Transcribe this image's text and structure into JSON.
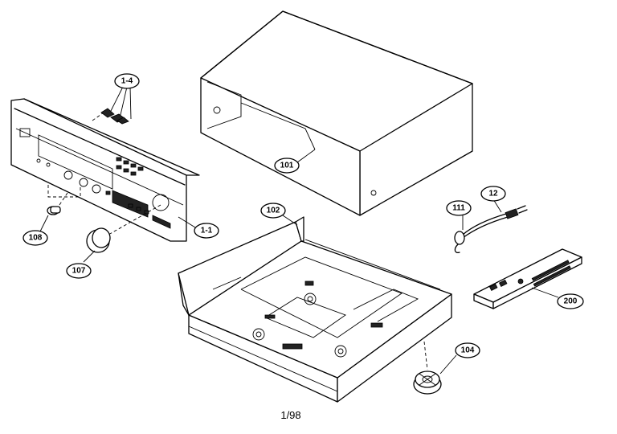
{
  "parts": {
    "top_cover": "101",
    "chassis": "102",
    "foot": "104",
    "knob": "107",
    "button": "108",
    "power_cord": "12",
    "cord_bushing": "111",
    "front_panel": "1-1",
    "front_panel_screws": "1-4",
    "remote_control": "200"
  },
  "footer": {
    "page_label": "1/98"
  }
}
